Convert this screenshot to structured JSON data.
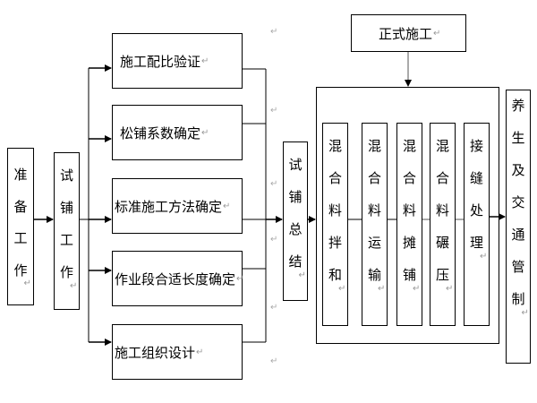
{
  "diagram": {
    "prep": {
      "label": "准备工作"
    },
    "trial": {
      "label": "试铺工作"
    },
    "trial_tasks": [
      {
        "label": "施工配比验证"
      },
      {
        "label": "松铺系数确定"
      },
      {
        "label": "标准施工方法确定"
      },
      {
        "label": "作业段合适长度确定"
      },
      {
        "label": "施工组织设计"
      }
    ],
    "summary": {
      "label": "试铺总结"
    },
    "formal": {
      "label": "正式施工"
    },
    "formal_steps": [
      {
        "label": "混合料拌和"
      },
      {
        "label": "混合料运输"
      },
      {
        "label": "混合料摊铺"
      },
      {
        "label": "混合料碾压"
      },
      {
        "label": "接缝处理"
      }
    ],
    "final": {
      "label": "养生及交通管制"
    },
    "paragraph_mark": "↵"
  }
}
